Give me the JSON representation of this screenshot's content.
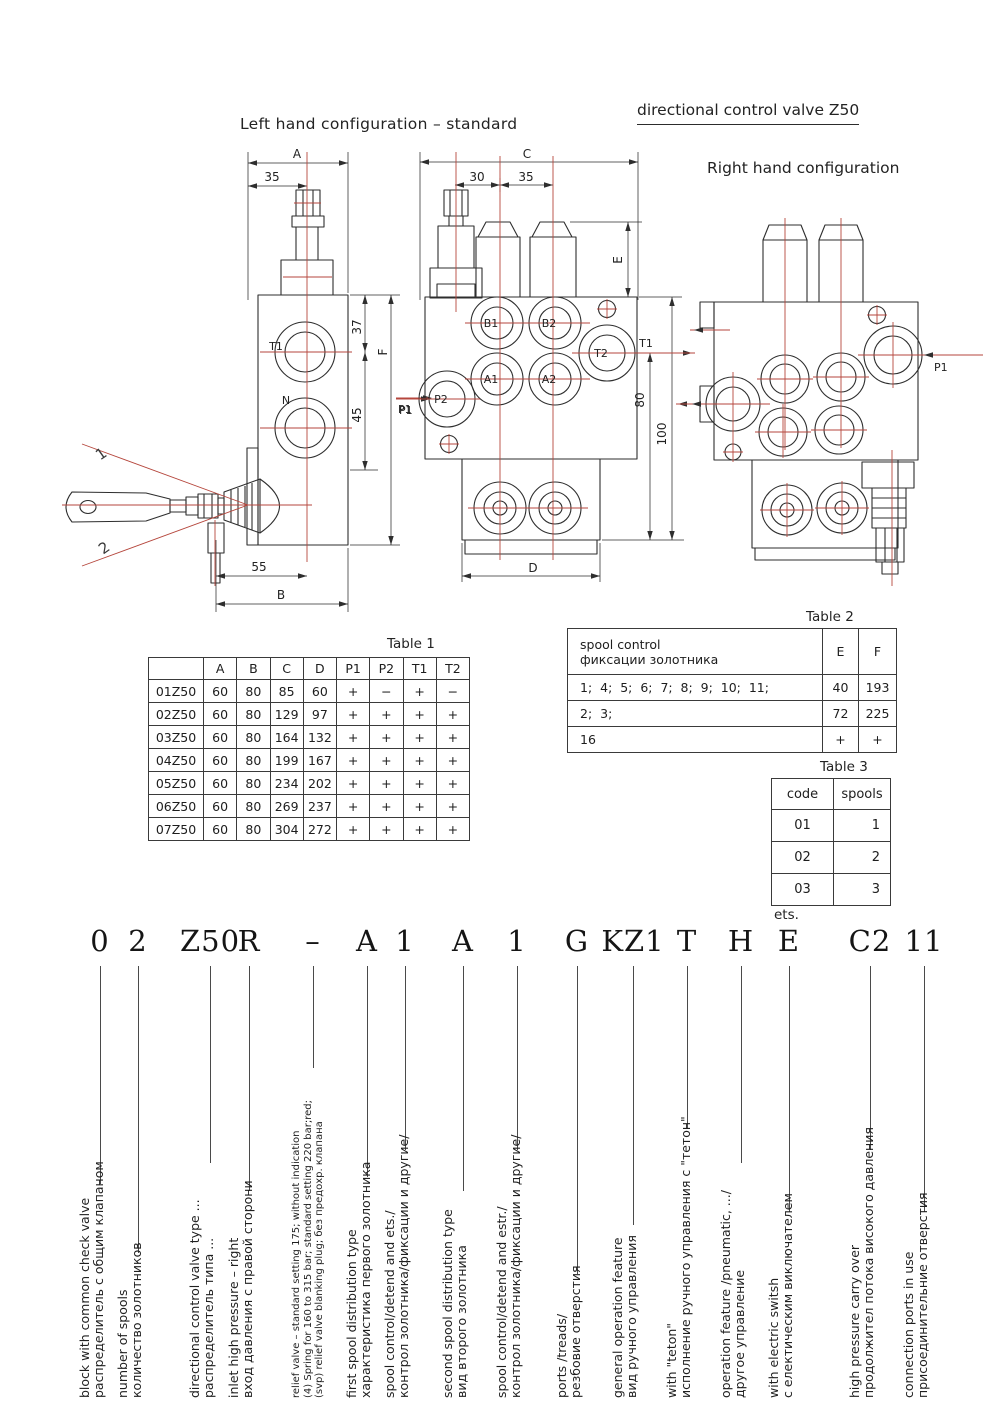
{
  "drawings": {
    "left_title": "Left hand configuration – standard",
    "z50_title": "directional control valve Z50",
    "right_title": "Right hand configuration",
    "left": {
      "dim_a": "A",
      "dim_35": "35",
      "dim_37": "37",
      "dim_f": "F",
      "dim_45": "45",
      "dim_55": "55",
      "dim_b": "B",
      "port_t1": "T1",
      "port_n": "N",
      "p1": "P1",
      "lever_1": "1",
      "lever_2": "2"
    },
    "middle": {
      "dim_c": "C",
      "dim_30": "30",
      "dim_35": "35",
      "dim_e": "E",
      "dim_80": "80",
      "dim_100": "100",
      "dim_d": "D",
      "b1": "B1",
      "b2": "B2",
      "a1": "A1",
      "a2": "A2",
      "p2": "P2",
      "t2": "T2",
      "t1": "T1",
      "p1": "P1"
    },
    "right": {
      "p1": "P1"
    }
  },
  "table1": {
    "caption": "Table 1",
    "header": [
      "",
      "A",
      "B",
      "C",
      "D",
      "P1",
      "P2",
      "T1",
      "T2"
    ],
    "rows": [
      [
        "01Z50",
        "60",
        "80",
        "85",
        "60",
        "+",
        "−",
        "+",
        "−"
      ],
      [
        "02Z50",
        "60",
        "80",
        "129",
        "97",
        "+",
        "+",
        "+",
        "+"
      ],
      [
        "03Z50",
        "60",
        "80",
        "164",
        "132",
        "+",
        "+",
        "+",
        "+"
      ],
      [
        "04Z50",
        "60",
        "80",
        "199",
        "167",
        "+",
        "+",
        "+",
        "+"
      ],
      [
        "05Z50",
        "60",
        "80",
        "234",
        "202",
        "+",
        "+",
        "+",
        "+"
      ],
      [
        "06Z50",
        "60",
        "80",
        "269",
        "237",
        "+",
        "+",
        "+",
        "+"
      ],
      [
        "07Z50",
        "60",
        "80",
        "304",
        "272",
        "+",
        "+",
        "+",
        "+"
      ]
    ]
  },
  "table2": {
    "caption": "Table 2",
    "header": [
      "spool control\nфиксации золотника",
      "E",
      "F"
    ],
    "rows": [
      [
        "1;  4;  5;  6;  7;  8;  9;  10;  11;",
        "40",
        "193"
      ],
      [
        "2;  3;",
        "72",
        "225"
      ],
      [
        "16",
        "+",
        "+"
      ]
    ]
  },
  "table3": {
    "caption": "Table 3",
    "header": [
      "code",
      "spools"
    ],
    "rows": [
      [
        "01",
        "1"
      ],
      [
        "02",
        "2"
      ],
      [
        "03",
        "3"
      ]
    ],
    "footnote": "ets."
  },
  "ordering": {
    "items": [
      {
        "code": "0",
        "lines": [
          "block with common check valve",
          "распределитель с общим клапаном"
        ]
      },
      {
        "code": "2",
        "lines": [
          "number of spools",
          "количество золотников"
        ]
      },
      {
        "code": "Z50",
        "lines": [
          "directional control valve type ...",
          "распределитель типа ..."
        ]
      },
      {
        "code": "R",
        "lines": [
          "inlet high pressure – right",
          "вход давления с правой сторони"
        ]
      },
      {
        "code": "–",
        "lines": [
          "relief valve – standard setting 175; without indication",
          "(4) Spring for 160 to 315 bar;  standard setting 220 bar;red;",
          "(svp) relief valve blanking plug;  без предохр. клапана"
        ]
      },
      {
        "code": "A",
        "lines": [
          "first spool distribution type",
          "характеристика первого золотника"
        ]
      },
      {
        "code": "1",
        "lines": [
          "spool control/detend and ets./",
          "контрол золотника/фиксации и другие/"
        ]
      },
      {
        "code": "A",
        "lines": [
          "second spool distribution type",
          "вид второго золотника"
        ]
      },
      {
        "code": "1",
        "lines": [
          "spool control/detend and estr./",
          "контрол золотника/фиксации и другие/"
        ]
      },
      {
        "code": "G",
        "lines": [
          "ports /treads/",
          "резбовие отверстия"
        ]
      },
      {
        "code": "KZ1",
        "lines": [
          "general operation feature",
          "вид ручного управления"
        ]
      },
      {
        "code": "T",
        "lines": [
          "with \"teton\"",
          "исполнение ручного управления с \"тетон\""
        ]
      },
      {
        "code": "H",
        "lines": [
          "operation feature /pneumatic, .../",
          "другое управление"
        ]
      },
      {
        "code": "E",
        "lines": [
          "with electric switsh",
          "с електическим виключателем"
        ]
      },
      {
        "code": "C2",
        "lines": [
          "high pressure carry over",
          "продолжител потока високого давления"
        ]
      },
      {
        "code": "11",
        "lines": [
          "connection ports in use",
          "присоединительние отверстия"
        ]
      }
    ]
  }
}
